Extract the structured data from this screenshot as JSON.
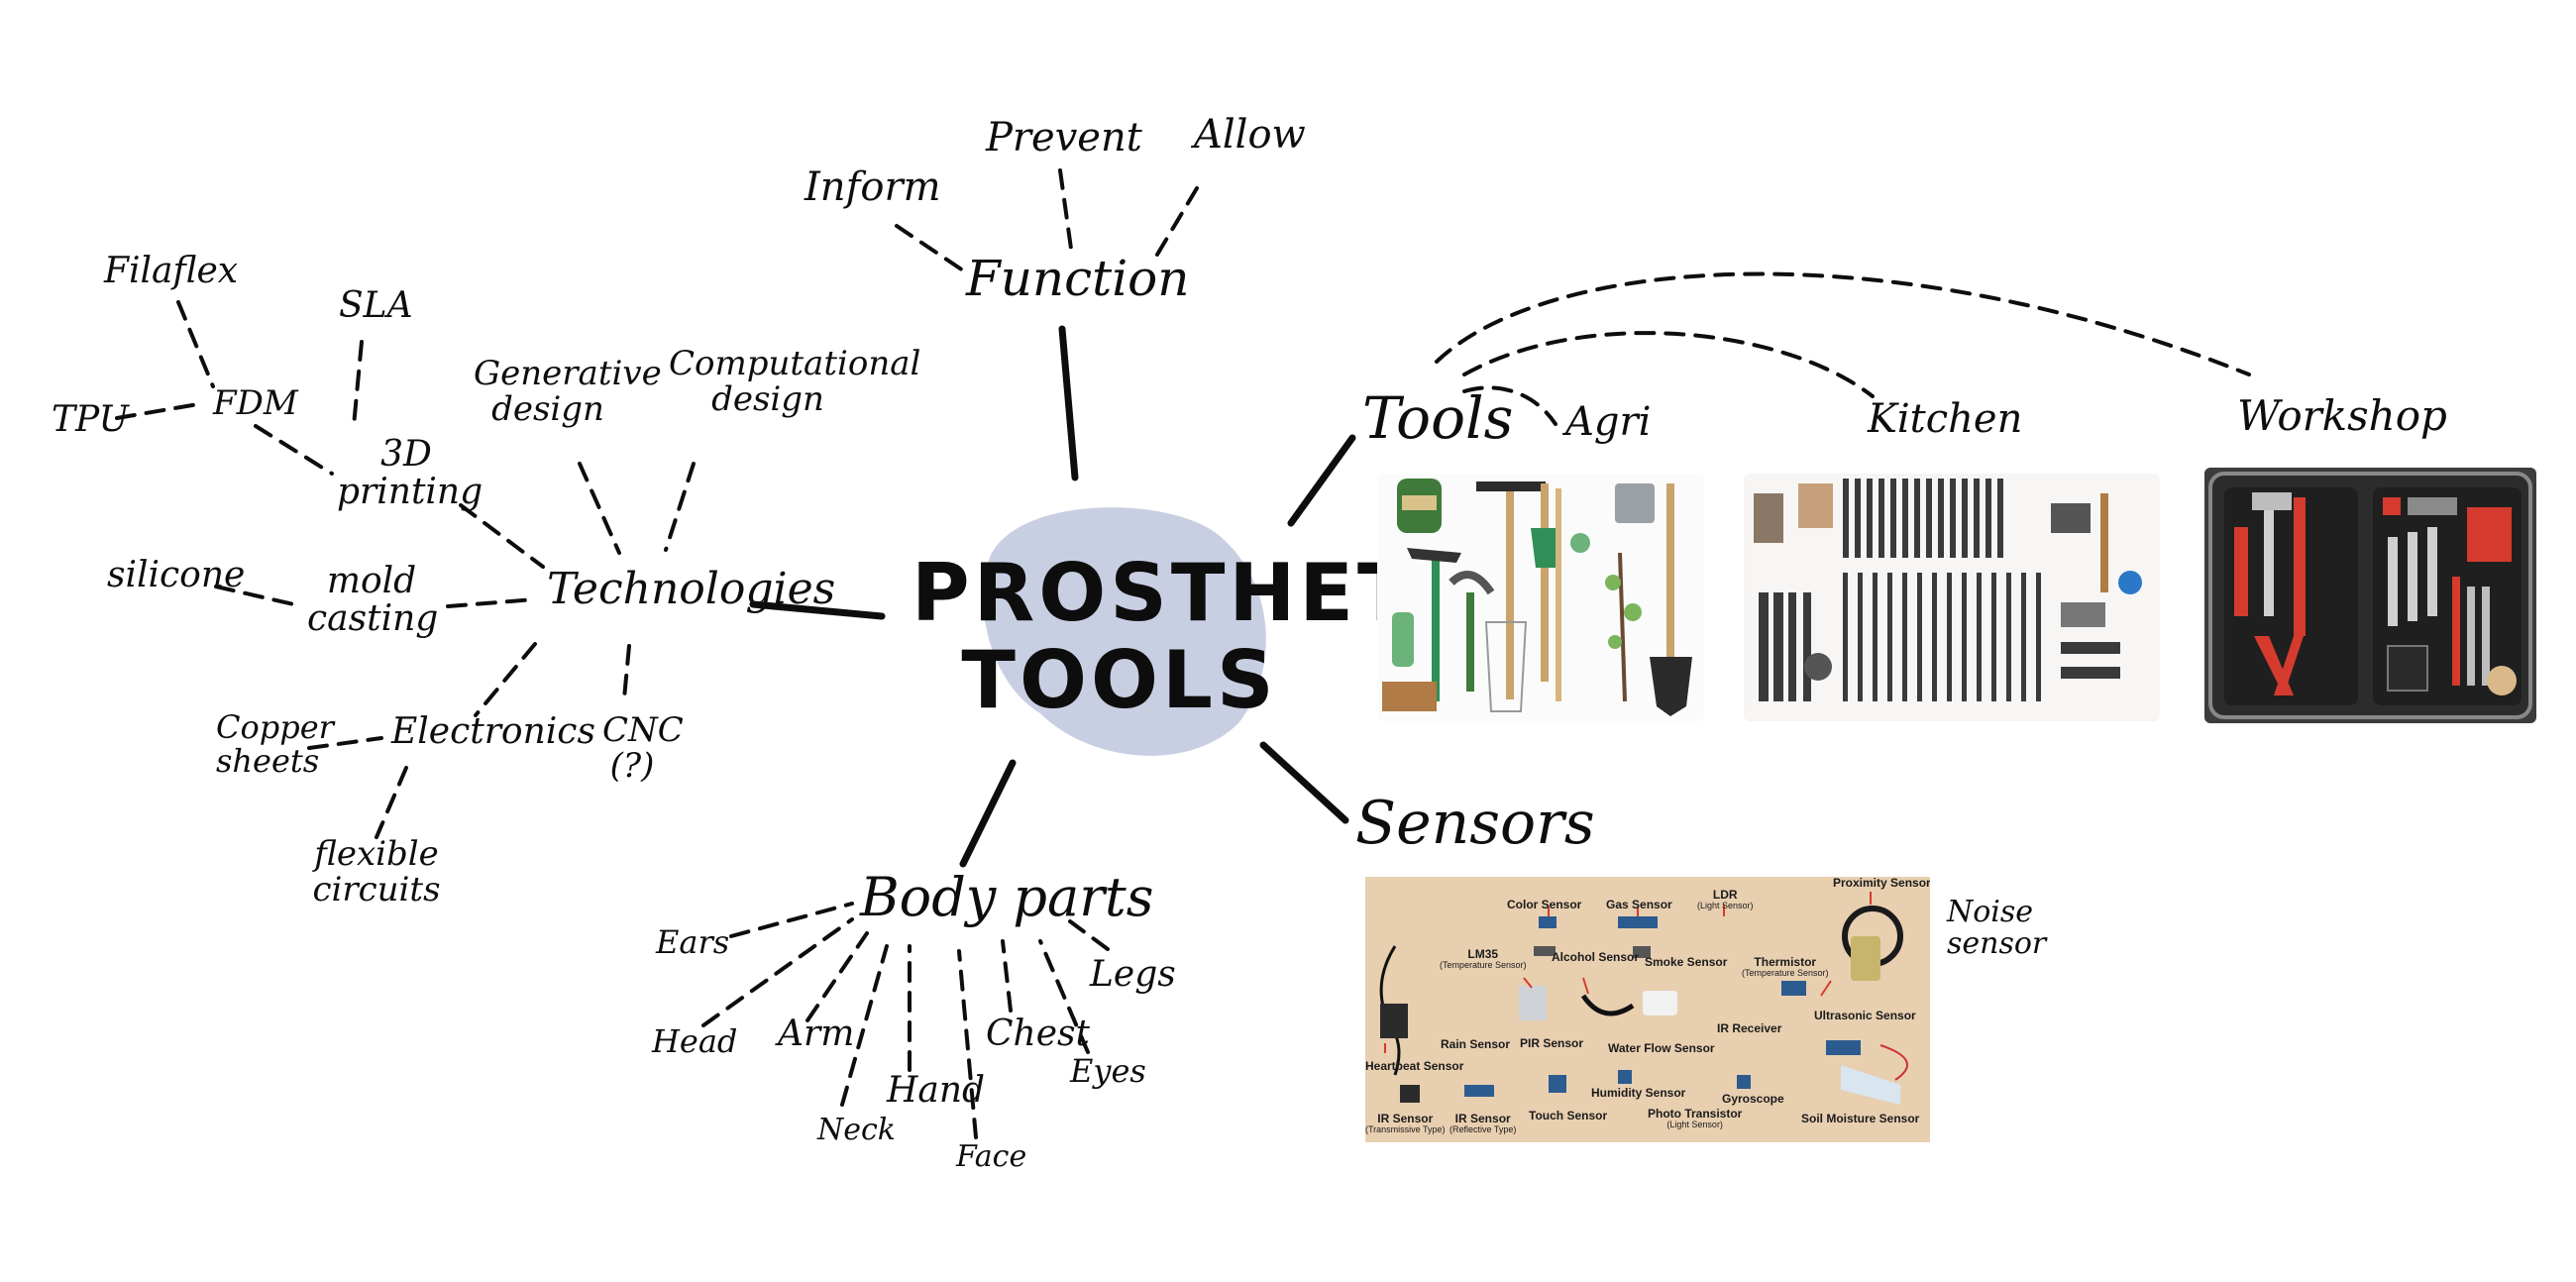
{
  "center": {
    "line1": "PROSTHETiC",
    "line2": "TOOLS"
  },
  "function": {
    "label": "Function",
    "children": [
      "Inform",
      "Prevent",
      "Allow"
    ]
  },
  "technologies": {
    "label": "Technologies",
    "printing": "3D printing",
    "fdm": "FDM",
    "filaflex": "Filaflex",
    "tpu": "TPU",
    "sla": "SLA",
    "generative": "Generative design",
    "computational": "Computational design",
    "mold": "mold casting",
    "silicone": "silicone",
    "electronics": "Electronics",
    "copper": "Copper sheets",
    "flexible": "flexible circuits",
    "cnc": "CNC (?)"
  },
  "body_parts": {
    "label": "Body parts",
    "children": [
      "Ears",
      "Head",
      "Arm",
      "Neck",
      "Hand",
      "Face",
      "Chest",
      "Eyes",
      "Legs"
    ]
  },
  "tools": {
    "label": "Tools",
    "children": [
      "Agri",
      "Kitchen",
      "Workshop"
    ]
  },
  "sensors": {
    "label": "Sensors",
    "noise": "Noise sensor",
    "items": [
      {
        "name": "Color Sensor",
        "sub": ""
      },
      {
        "name": "Gas Sensor",
        "sub": ""
      },
      {
        "name": "LDR",
        "sub": "(Light Sensor)"
      },
      {
        "name": "Proximity Sensor",
        "sub": ""
      },
      {
        "name": "LM35",
        "sub": "(Temperature Sensor)"
      },
      {
        "name": "Alcohol Sensor",
        "sub": ""
      },
      {
        "name": "Smoke Sensor",
        "sub": ""
      },
      {
        "name": "Thermistor",
        "sub": "(Temperature Sensor)"
      },
      {
        "name": "Rain Sensor",
        "sub": ""
      },
      {
        "name": "PIR Sensor",
        "sub": ""
      },
      {
        "name": "Water Flow Sensor",
        "sub": ""
      },
      {
        "name": "IR Receiver",
        "sub": ""
      },
      {
        "name": "Ultrasonic Sensor",
        "sub": ""
      },
      {
        "name": "Heartbeat Sensor",
        "sub": ""
      },
      {
        "name": "IR Sensor",
        "sub": "(Transmissive Type)"
      },
      {
        "name": "IR Sensor",
        "sub": "(Reflective Type)"
      },
      {
        "name": "Touch Sensor",
        "sub": ""
      },
      {
        "name": "Humidity Sensor",
        "sub": ""
      },
      {
        "name": "Photo Transistor",
        "sub": "(Light Sensor)"
      },
      {
        "name": "Gyroscope",
        "sub": ""
      },
      {
        "name": "Soil Moisture Sensor",
        "sub": ""
      }
    ]
  },
  "colors": {
    "ink": "#0d0d0d",
    "blob": "#c9cfe3",
    "panel": "#e8cfb0"
  }
}
